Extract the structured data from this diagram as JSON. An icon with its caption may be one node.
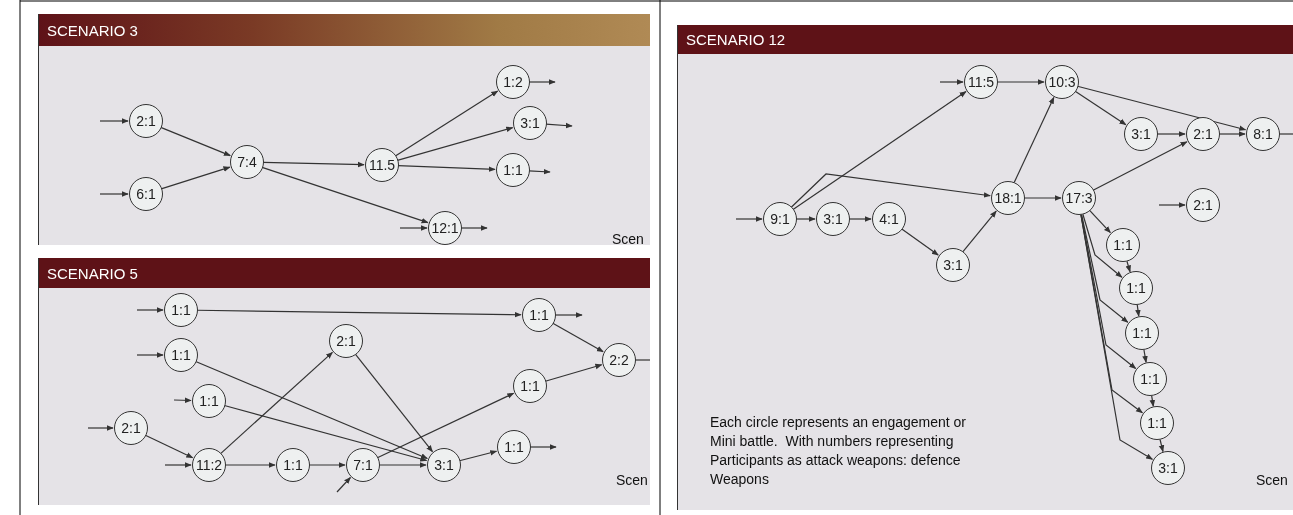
{
  "diagram": {
    "nodes": [
      {
        "text": [
          "SCENARIO 3"
        ]
      },
      {
        "text": [
          "2:1"
        ],
        "in": 0
      },
      {
        "text": [
          "6:1"
        ],
        "in": 0
      },
      {
        "text": [
          "7:4"
        ],
        "in": 0
      },
      {
        "text": [
          "11.5"
        ],
        "in": 0
      },
      {
        "text": [
          "1:2"
        ],
        "in": 0
      },
      {
        "text": [
          "3:1"
        ],
        "in": 0
      },
      {
        "text": [
          "1:1"
        ],
        "in": 0
      },
      {
        "text": [
          "12:1"
        ],
        "in": 0
      },
      {
        "text": [
          "SCENARIO 5"
        ]
      },
      {
        "text": [
          "1:1"
        ],
        "in": 9
      },
      {
        "text": [
          "1:1"
        ],
        "in": 9
      },
      {
        "text": [
          "1:1"
        ],
        "in": 9
      },
      {
        "text": [
          "2:1"
        ],
        "in": 9
      },
      {
        "text": [
          "11:2"
        ],
        "in": 9
      },
      {
        "text": [
          "2:1"
        ],
        "in": 9
      },
      {
        "text": [
          "1:1"
        ],
        "in": 9
      },
      {
        "text": [
          "7:1"
        ],
        "in": 9
      },
      {
        "text": [
          "3:1"
        ],
        "in": 9
      },
      {
        "text": [
          "1:1"
        ],
        "in": 9
      },
      {
        "text": [
          "1:1"
        ],
        "in": 9
      },
      {
        "text": [
          "1:1"
        ],
        "in": 9
      },
      {
        "text": [
          "2:2"
        ],
        "in": 9
      },
      {
        "text": [
          "SCENARIO 12"
        ]
      },
      {
        "text": [
          "11:5"
        ],
        "in": 23
      },
      {
        "text": [
          "10:3"
        ],
        "in": 23
      },
      {
        "text": [
          "3:1"
        ],
        "in": 23
      },
      {
        "text": [
          "2:1"
        ],
        "in": 23
      },
      {
        "text": [
          "8:1"
        ],
        "in": 23
      },
      {
        "text": [
          "18:1"
        ],
        "in": 23
      },
      {
        "text": [
          "17:3"
        ],
        "in": 23
      },
      {
        "text": [
          "2:1"
        ],
        "in": 23
      },
      {
        "text": [
          "9:1"
        ],
        "in": 23
      },
      {
        "text": [
          "3:1"
        ],
        "in": 23
      },
      {
        "text": [
          "4:1"
        ],
        "in": 23
      },
      {
        "text": [
          "1:1"
        ],
        "in": 23
      },
      {
        "text": [
          "3:1"
        ],
        "in": 23
      },
      {
        "text": [
          "1:1"
        ],
        "in": 23
      },
      {
        "text": [
          "1:1"
        ],
        "in": 23
      },
      {
        "text": [
          "1:1"
        ],
        "in": 23
      },
      {
        "text": [
          "1:1"
        ],
        "in": 23
      },
      {
        "text": [
          "3:1"
        ],
        "in": 23
      }
    ],
    "edges": [
      {
        "from": null,
        "to": 1,
        "arrow": "to"
      },
      {
        "from": null,
        "to": 2,
        "arrow": "to"
      },
      {
        "from": 1,
        "to": 3,
        "arrow": "to"
      },
      {
        "from": 2,
        "to": 3,
        "arrow": "to"
      },
      {
        "from": 3,
        "to": 4,
        "arrow": "to"
      },
      {
        "from": 3,
        "to": 8,
        "arrow": "to"
      },
      {
        "from": 4,
        "to": 5,
        "arrow": "to"
      },
      {
        "from": 4,
        "to": 6,
        "arrow": "to"
      },
      {
        "from": 4,
        "to": 7,
        "arrow": "to"
      },
      {
        "from": 5,
        "to": null,
        "arrow": "to"
      },
      {
        "from": 6,
        "to": null,
        "arrow": "to"
      },
      {
        "from": 7,
        "to": null,
        "arrow": "to"
      },
      {
        "from": null,
        "to": 8,
        "arrow": "to"
      },
      {
        "from": 8,
        "to": null,
        "arrow": "to"
      },
      {
        "from": null,
        "to": 10,
        "arrow": "to"
      },
      {
        "from": null,
        "to": 11,
        "arrow": "to"
      },
      {
        "from": null,
        "to": 12,
        "arrow": "to"
      },
      {
        "from": null,
        "to": 13,
        "arrow": "to"
      },
      {
        "from": null,
        "to": 14,
        "arrow": "to"
      },
      {
        "from": 13,
        "to": 14,
        "arrow": "to"
      },
      {
        "from": 14,
        "to": 15,
        "arrow": "to"
      },
      {
        "from": 14,
        "to": 16,
        "arrow": "to"
      },
      {
        "from": 16,
        "to": 17,
        "arrow": "to"
      },
      {
        "from": null,
        "to": 17,
        "arrow": "to"
      },
      {
        "from": 17,
        "to": 18,
        "arrow": "to"
      },
      {
        "from": 10,
        "to": 19,
        "arrow": "to"
      },
      {
        "from": 11,
        "to": 18,
        "arrow": "to"
      },
      {
        "from": 12,
        "to": 18,
        "arrow": "to"
      },
      {
        "from": 15,
        "to": 18,
        "arrow": "to"
      },
      {
        "from": 17,
        "to": 20,
        "arrow": "to"
      },
      {
        "from": 18,
        "to": 21,
        "arrow": "to"
      },
      {
        "from": 19,
        "to": 22,
        "arrow": "to"
      },
      {
        "from": 20,
        "to": 22,
        "arrow": "to"
      },
      {
        "from": 19,
        "to": null,
        "arrow": "to"
      },
      {
        "from": 21,
        "to": null,
        "arrow": "to"
      },
      {
        "from": 22,
        "to": null,
        "arrow": "none"
      },
      {
        "from": null,
        "to": 24,
        "arrow": "to"
      },
      {
        "from": 24,
        "to": 25,
        "arrow": "to"
      },
      {
        "from": 25,
        "to": 26,
        "arrow": "to"
      },
      {
        "from": 25,
        "to": 28,
        "arrow": "to"
      },
      {
        "from": 26,
        "to": 27,
        "arrow": "to"
      },
      {
        "from": 27,
        "to": 28,
        "arrow": "to"
      },
      {
        "from": 28,
        "to": null,
        "arrow": "none"
      },
      {
        "from": null,
        "to": 32,
        "arrow": "to"
      },
      {
        "from": 32,
        "to": 33,
        "arrow": "to"
      },
      {
        "from": 33,
        "to": 34,
        "arrow": "to"
      },
      {
        "from": 32,
        "to": 24,
        "arrow": "to"
      },
      {
        "from": 32,
        "to": 29,
        "arrow": "to"
      },
      {
        "from": 34,
        "to": 36,
        "arrow": "to"
      },
      {
        "from": 36,
        "to": 29,
        "arrow": "to"
      },
      {
        "from": 29,
        "to": 25,
        "arrow": "to"
      },
      {
        "from": 29,
        "to": 30,
        "arrow": "to"
      },
      {
        "from": 30,
        "to": 27,
        "arrow": "to"
      },
      {
        "from": null,
        "to": 31,
        "arrow": "to"
      },
      {
        "from": 30,
        "to": 35,
        "arrow": "to"
      },
      {
        "from": 35,
        "to": 37,
        "arrow": "to"
      },
      {
        "from": 37,
        "to": 38,
        "arrow": "to"
      },
      {
        "from": 38,
        "to": 39,
        "arrow": "to"
      },
      {
        "from": 39,
        "to": 40,
        "arrow": "to"
      },
      {
        "from": 40,
        "to": 41,
        "arrow": "to"
      },
      {
        "from": 30,
        "to": 37,
        "arrow": "to"
      },
      {
        "from": 30,
        "to": 38,
        "arrow": "to"
      },
      {
        "from": 30,
        "to": 39,
        "arrow": "to"
      },
      {
        "from": 30,
        "to": 40,
        "arrow": "to"
      },
      {
        "from": 30,
        "to": 41,
        "arrow": "to"
      }
    ],
    "labels": [
      "Scen",
      "Scen",
      "Scen",
      "Each circle represents an engagement or Mini battle.  With numbers representing Participants as attack weapons: defence Weapons"
    ]
  }
}
